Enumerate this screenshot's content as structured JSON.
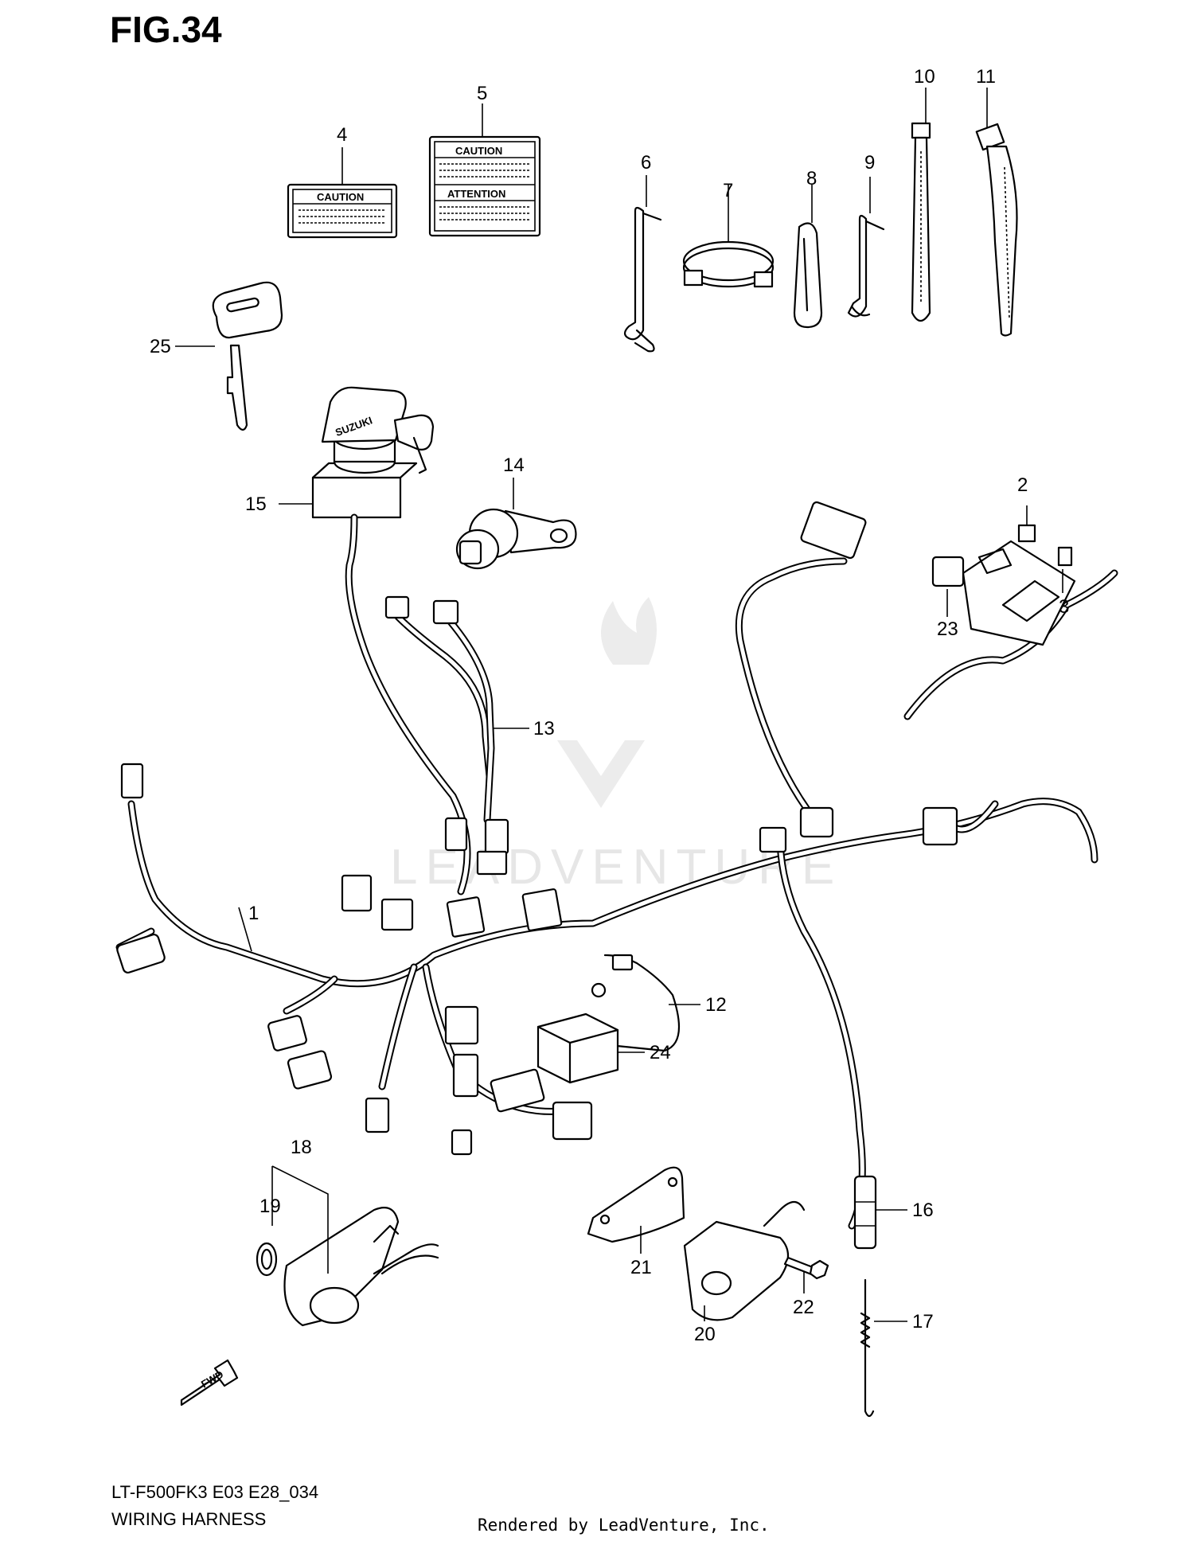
{
  "header": {
    "figure": "FIG.34"
  },
  "labels": {
    "caution_4": "CAUTION",
    "caution_5": "CAUTION",
    "attention_5": "ATTENTION",
    "key_brand": "SUZUKI",
    "fwd": "FWD"
  },
  "watermark": {
    "text": "LEADVENTURE"
  },
  "callouts": [
    {
      "id": "1",
      "text": "1"
    },
    {
      "id": "2",
      "text": "2"
    },
    {
      "id": "3",
      "text": "3"
    },
    {
      "id": "4",
      "text": "4"
    },
    {
      "id": "5",
      "text": "5"
    },
    {
      "id": "6",
      "text": "6"
    },
    {
      "id": "7",
      "text": "7"
    },
    {
      "id": "8",
      "text": "8"
    },
    {
      "id": "9",
      "text": "9"
    },
    {
      "id": "10",
      "text": "10"
    },
    {
      "id": "11",
      "text": "11"
    },
    {
      "id": "12",
      "text": "12"
    },
    {
      "id": "13",
      "text": "13"
    },
    {
      "id": "14",
      "text": "14"
    },
    {
      "id": "15",
      "text": "15"
    },
    {
      "id": "16",
      "text": "16"
    },
    {
      "id": "17",
      "text": "17"
    },
    {
      "id": "18",
      "text": "18"
    },
    {
      "id": "19",
      "text": "19"
    },
    {
      "id": "20",
      "text": "20"
    },
    {
      "id": "21",
      "text": "21"
    },
    {
      "id": "22",
      "text": "22"
    },
    {
      "id": "23",
      "text": "23"
    },
    {
      "id": "24",
      "text": "24"
    },
    {
      "id": "25",
      "text": "25"
    }
  ],
  "footer": {
    "model": "LT-F500FK3 E03 E28_034",
    "name": "WIRING HARNESS",
    "rendered_by": "Rendered by LeadVenture, Inc."
  }
}
